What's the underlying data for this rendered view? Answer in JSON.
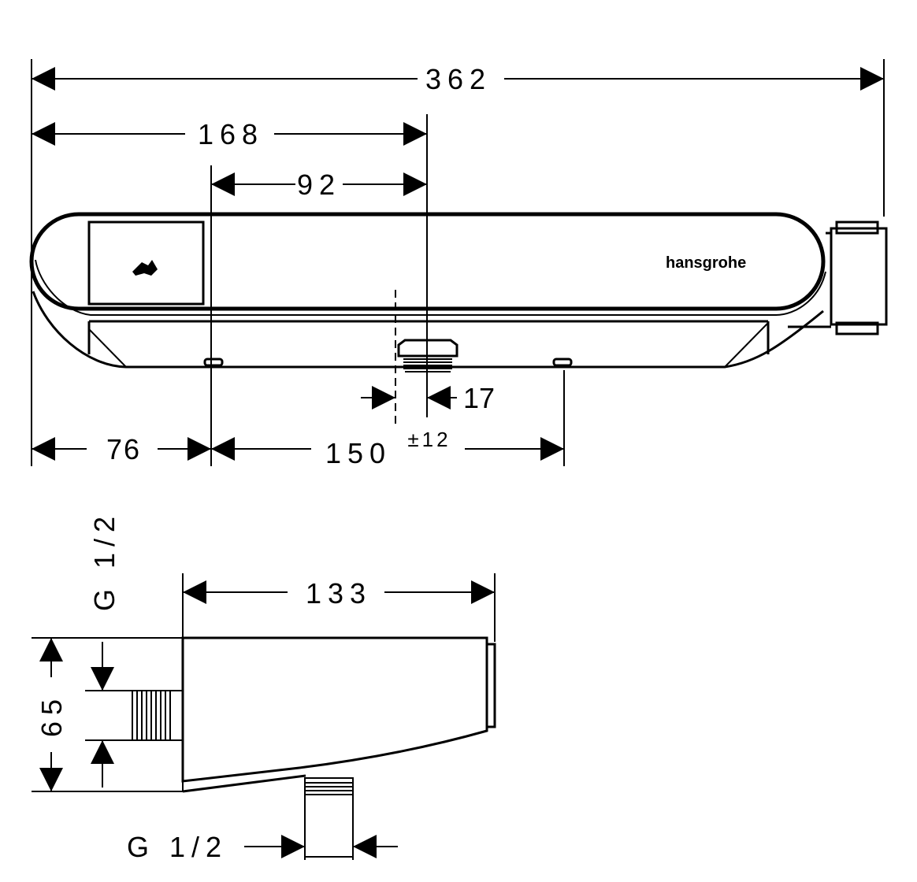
{
  "top_view": {
    "dims": {
      "overall_width": "362",
      "to_outlet_center": "168",
      "button_to_outlet": "92",
      "outlet_offset": "17",
      "left_to_connection": "76",
      "connection_spacing": "150",
      "connection_tolerance": "±12"
    },
    "logo": "hansgrohe"
  },
  "side_view": {
    "dims": {
      "depth": "133",
      "height": "65",
      "inlet_thread": "G 1/2",
      "outlet_thread": "G 1/2"
    }
  }
}
